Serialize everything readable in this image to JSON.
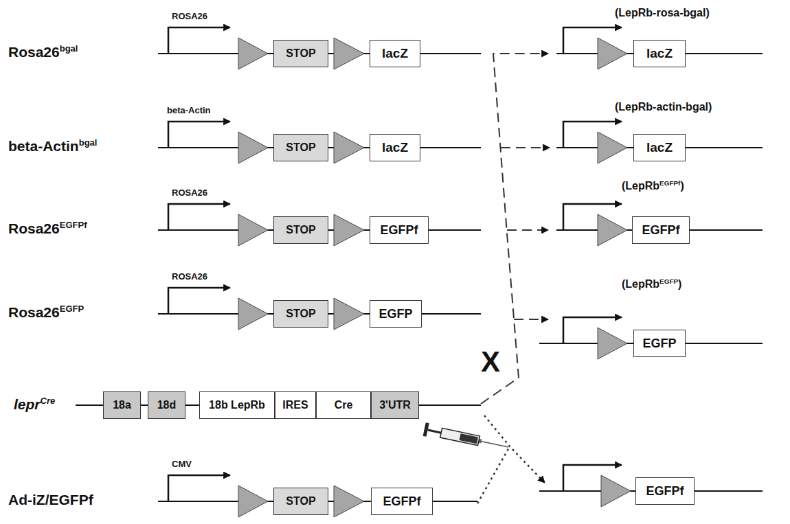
{
  "diagram": {
    "nodes": [
      {
        "text": [
          "STOP"
        ]
      },
      {
        "text": [
          "lacZ"
        ]
      },
      {
        "text": [
          "lacZ"
        ]
      },
      {
        "text": [
          "STOP"
        ]
      },
      {
        "text": [
          "lacZ"
        ]
      },
      {
        "text": [
          "lacZ"
        ]
      },
      {
        "text": [
          "STOP"
        ]
      },
      {
        "text": [
          "EGFPf"
        ]
      },
      {
        "text": [
          "EGFPf"
        ]
      },
      {
        "text": [
          "STOP"
        ]
      },
      {
        "text": [
          "EGFP"
        ]
      },
      {
        "text": [
          "EGFP"
        ]
      },
      {
        "text": [
          "18a"
        ]
      },
      {
        "text": [
          "18d"
        ]
      },
      {
        "text": [
          "18b LepRb"
        ]
      },
      {
        "text": [
          "IRES"
        ]
      },
      {
        "text": [
          "Cre"
        ]
      },
      {
        "text": [
          "3'UTR"
        ]
      },
      {
        "text": [
          "STOP"
        ]
      },
      {
        "text": [
          "EGFPf"
        ]
      },
      {
        "text": [
          "EGFPf"
        ]
      }
    ],
    "labels": [
      "Rosa26",
      "bgal",
      "ROSA26",
      "(LepRb-rosa-bgal)",
      "beta-Actin",
      "bgal",
      "beta-Actin",
      "(LepRb-actin-bgal)",
      "Rosa26",
      "EGFPf",
      "ROSA26",
      "(LepRb",
      "EGFPf",
      ")",
      "Rosa26",
      "EGFP",
      "ROSA26",
      "(LepRb",
      "EGFP",
      ")",
      "X",
      "lepr",
      "Cre",
      "Ad-iZ/EGFPf",
      "CMV"
    ]
  }
}
